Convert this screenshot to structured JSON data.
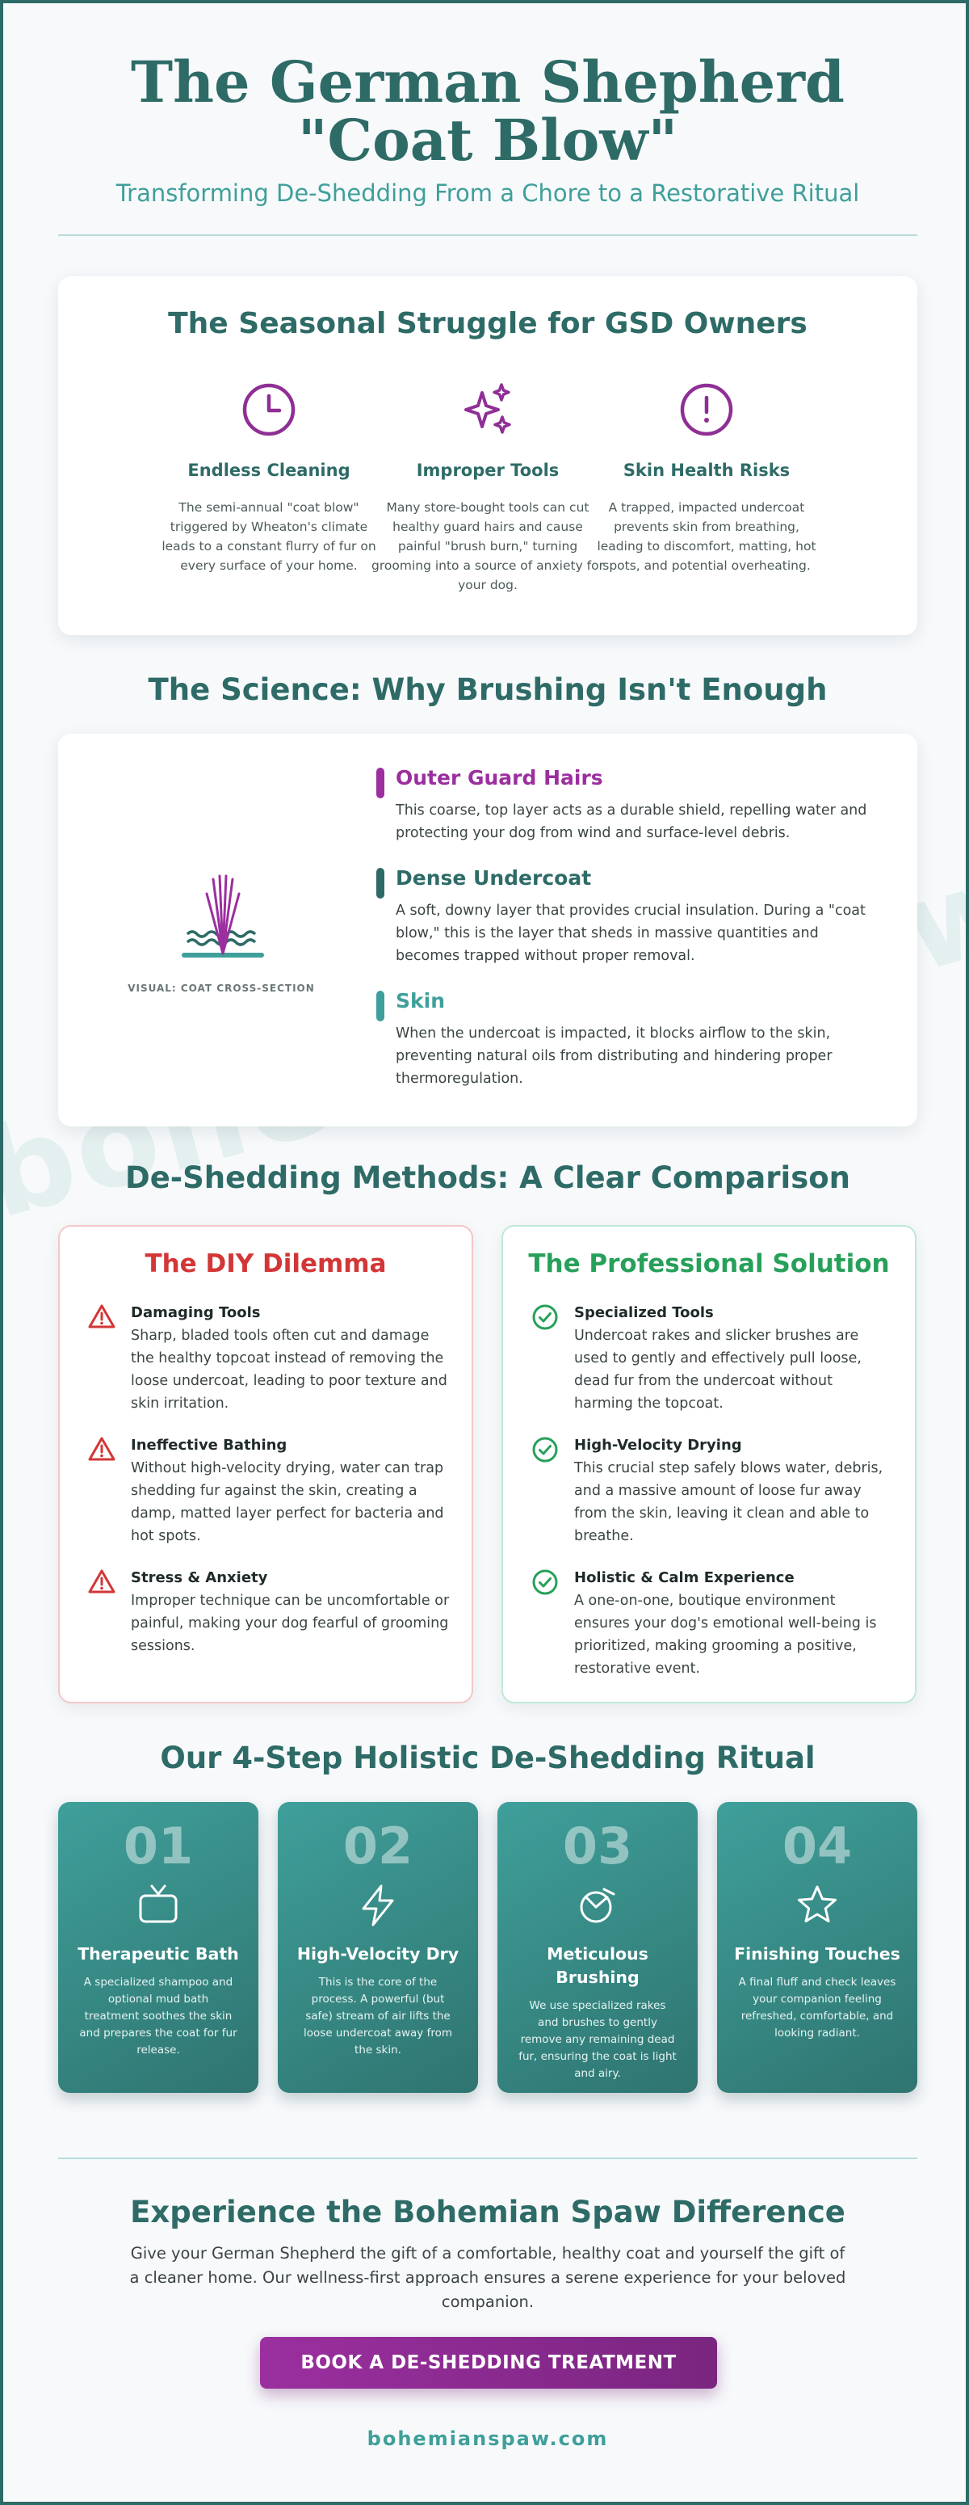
{
  "header": {
    "title": "The German Shepherd \"Coat Blow\"",
    "subtitle": "Transforming De-Shedding From a Chore to a Restorative Ritual"
  },
  "watermark": "bohemianspaw.com",
  "struggle": {
    "heading": "The Seasonal Struggle for GSD Owners",
    "items": [
      {
        "icon": "clock-icon",
        "title": "Endless Cleaning",
        "text": "The semi-annual \"coat blow\" triggered by Wheaton's climate leads to a constant flurry of fur on every surface of your home."
      },
      {
        "icon": "sparkles-icon",
        "title": "Improper Tools",
        "text": "Many store-bought tools can cut healthy guard hairs and cause painful \"brush burn,\" turning grooming into a source of anxiety for your dog."
      },
      {
        "icon": "alert-circle-icon",
        "title": "Skin Health Risks",
        "text": "A trapped, impacted undercoat prevents skin from breathing, leading to discomfort, matting, hot spots, and potential overheating."
      }
    ]
  },
  "science": {
    "heading": "The Science: Why Brushing Isn't Enough",
    "visual_label": "VISUAL: COAT CROSS-SECTION",
    "layers": [
      {
        "title": "Outer Guard Hairs",
        "color": "#9b2f9f",
        "text": "This coarse, top layer acts as a durable shield, repelling water and protecting your dog from wind and surface-level debris."
      },
      {
        "title": "Dense Undercoat",
        "color": "#2e6b67",
        "text": "A soft, downy layer that provides crucial insulation. During a \"coat blow,\" this is the layer that sheds in massive quantities and becomes trapped without proper removal."
      },
      {
        "title": "Skin",
        "color": "#3f9f9a",
        "text": "When the undercoat is impacted, it blocks airflow to the skin, preventing natural oils from distributing and hindering proper thermoregulation."
      }
    ]
  },
  "comparison": {
    "heading": "De-Shedding Methods: A Clear Comparison",
    "diy": {
      "title": "The DIY Dilemma",
      "color": "#d33636",
      "items": [
        {
          "title": "Damaging Tools",
          "text": "Sharp, bladed tools often cut and damage the healthy topcoat instead of removing the loose undercoat, leading to poor texture and skin irritation."
        },
        {
          "title": "Ineffective Bathing",
          "text": "Without high-velocity drying, water can trap shedding fur against the skin, creating a damp, matted layer perfect for bacteria and hot spots."
        },
        {
          "title": "Stress & Anxiety",
          "text": "Improper technique can be uncomfortable or painful, making your dog fearful of grooming sessions."
        }
      ]
    },
    "pro": {
      "title": "The Professional Solution",
      "color": "#27a05a",
      "items": [
        {
          "title": "Specialized Tools",
          "text": "Undercoat rakes and slicker brushes are used to gently and effectively pull loose, dead fur from the undercoat without harming the topcoat."
        },
        {
          "title": "High-Velocity Drying",
          "text": "This crucial step safely blows water, debris, and a massive amount of loose fur away from the skin, leaving it clean and able to breathe."
        },
        {
          "title": "Holistic & Calm Experience",
          "text": "A one-on-one, boutique environment ensures your dog's emotional well-being is prioritized, making grooming a positive, restorative event."
        }
      ]
    }
  },
  "ritual": {
    "heading": "Our 4-Step Holistic De-Shedding Ritual",
    "steps": [
      {
        "num": "01",
        "icon": "tv-icon",
        "title": "Therapeutic Bath",
        "text": "A specialized shampoo and optional mud bath treatment soothes the skin and prepares the coat for fur release."
      },
      {
        "num": "02",
        "icon": "lightning-icon",
        "title": "High-Velocity Dry",
        "text": "This is the core of the process. A powerful (but safe) stream of air lifts the loose undercoat away from the skin."
      },
      {
        "num": "03",
        "icon": "brush-icon",
        "title": "Meticulous Brushing",
        "text": "We use specialized rakes and brushes to gently remove any remaining dead fur, ensuring the coat is light and airy."
      },
      {
        "num": "04",
        "icon": "star-icon",
        "title": "Finishing Touches",
        "text": "A final fluff and check leaves your companion feeling refreshed, comfortable, and looking radiant."
      }
    ]
  },
  "cta": {
    "heading": "Experience the Bohemian Spaw Difference",
    "text": "Give your German Shepherd the gift of a comfortable, healthy coat and yourself the gift of a cleaner home. Our wellness-first approach ensures a serene experience for your beloved companion.",
    "button": "BOOK A DE-SHEDDING TREATMENT",
    "site": "bohemianspaw.com"
  }
}
